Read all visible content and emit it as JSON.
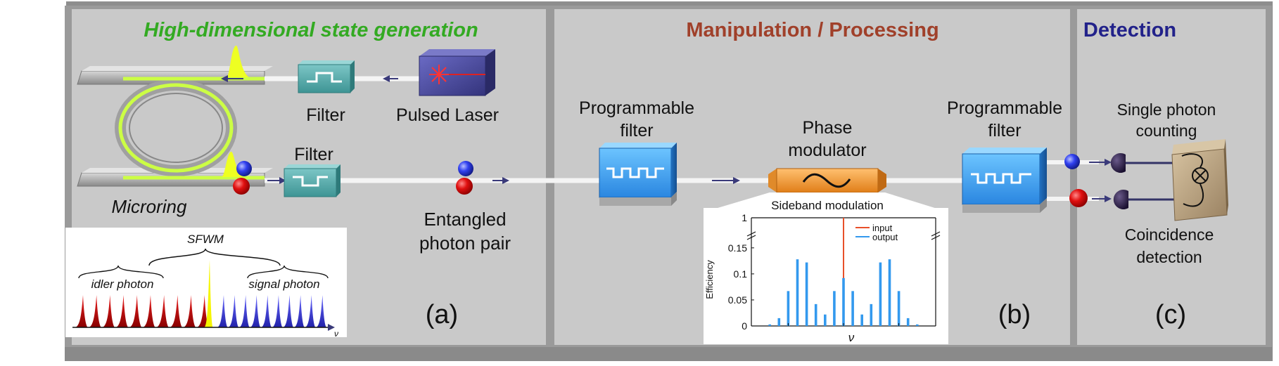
{
  "sections": {
    "generation_title": "High-dimensional state generation",
    "manipulation_title": "Manipulation / Processing",
    "detection_title": "Detection"
  },
  "components": {
    "filter_top": "Filter",
    "filter_bottom": "Filter",
    "pulsed_laser": "Pulsed Laser",
    "microring": "Microring",
    "entangled_line1": "Entangled",
    "entangled_line2": "photon pair",
    "prog_filter1_line1": "Programmable",
    "prog_filter1_line2": "filter",
    "phase_mod_line1": "Phase",
    "phase_mod_line2": "modulator",
    "prog_filter2_line1": "Programmable",
    "prog_filter2_line2": "filter",
    "single_photon_line1": "Single photon",
    "single_photon_line2": "counting",
    "coincidence_line1": "Coincidence",
    "coincidence_line2": "detection"
  },
  "panel_labels": {
    "a": "(a)",
    "b": "(b)",
    "c": "(c)"
  },
  "sfwm_inset": {
    "title": "SFWM",
    "idler_label": "idler photon",
    "signal_label": "signal photon",
    "axis_symbol": "ν",
    "colors": {
      "idler": "#cc0000",
      "pump": "#f5f500",
      "signal": "#3a3af0"
    }
  },
  "chart_data": {
    "type": "bar",
    "title": "Sideband modulation",
    "xlabel": "ν",
    "ylabel": "Efficiency",
    "yticks": [
      "0",
      "0.05",
      "0.1",
      "0.15",
      "1"
    ],
    "ylim": [
      0,
      0.17
    ],
    "axis_break": true,
    "legend": {
      "placement": "top-right",
      "items": [
        "input",
        "output"
      ]
    },
    "series": [
      {
        "name": "input",
        "color": "#e8502a",
        "x": [
          0
        ],
        "values": [
          1.0
        ]
      },
      {
        "name": "output",
        "color": "#3399ee",
        "x": [
          -8,
          -7,
          -6,
          -5,
          -4,
          -3,
          -2,
          -1,
          0,
          1,
          2,
          3,
          4,
          5,
          6,
          7,
          8
        ],
        "values": [
          0.003,
          0.015,
          0.067,
          0.128,
          0.122,
          0.042,
          0.022,
          0.067,
          0.092,
          0.067,
          0.022,
          0.042,
          0.122,
          0.128,
          0.067,
          0.015,
          0.003
        ]
      }
    ]
  },
  "colors": {
    "background": "#c8c8c8",
    "border": "#888888",
    "generation_title": "#33aa22",
    "manipulation_title": "#a0402a",
    "detection_title": "#22228a",
    "filter_box": "#4fa8a8",
    "prog_filter": "#3aa0f0",
    "phase_mod": "#f0962a",
    "laser_box": "#4a4a9a",
    "laser_beam": "#dd2222",
    "idler_photon": "#dd1111",
    "signal_photon": "#2233ee",
    "ring": "#ccff44",
    "arrow": "#3a3a7a",
    "detector_box": "#b8a080"
  }
}
